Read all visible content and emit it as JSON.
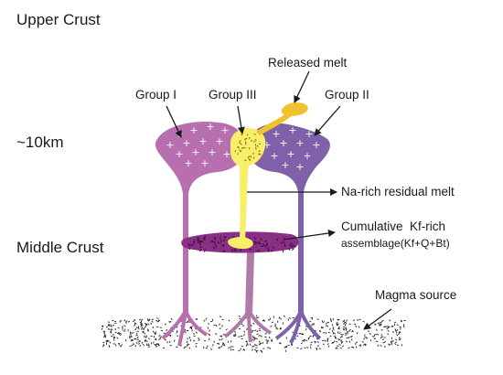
{
  "labels": {
    "upper_crust": "Upper Crust",
    "depth": "~10km",
    "middle_crust": "Middle Crust",
    "group1": "Group I",
    "group3": "Group III",
    "group2": "Group II",
    "released_melt": "Released melt",
    "na_rich": "Na-rich residual melt",
    "cumulative_line1": "Cumulative  Kf-rich",
    "cumulative_line2": "assemblage(Kf+Q+Bt)",
    "magma_source": "Magma source"
  },
  "colors": {
    "group1": "#b86fb0",
    "group2": "#8060a8",
    "group3": "#f7ef6a",
    "released_melt": "#f2c22e",
    "sill": "#8a2f86",
    "source_dots": "#222222",
    "arrow": "#1a1a1a"
  }
}
